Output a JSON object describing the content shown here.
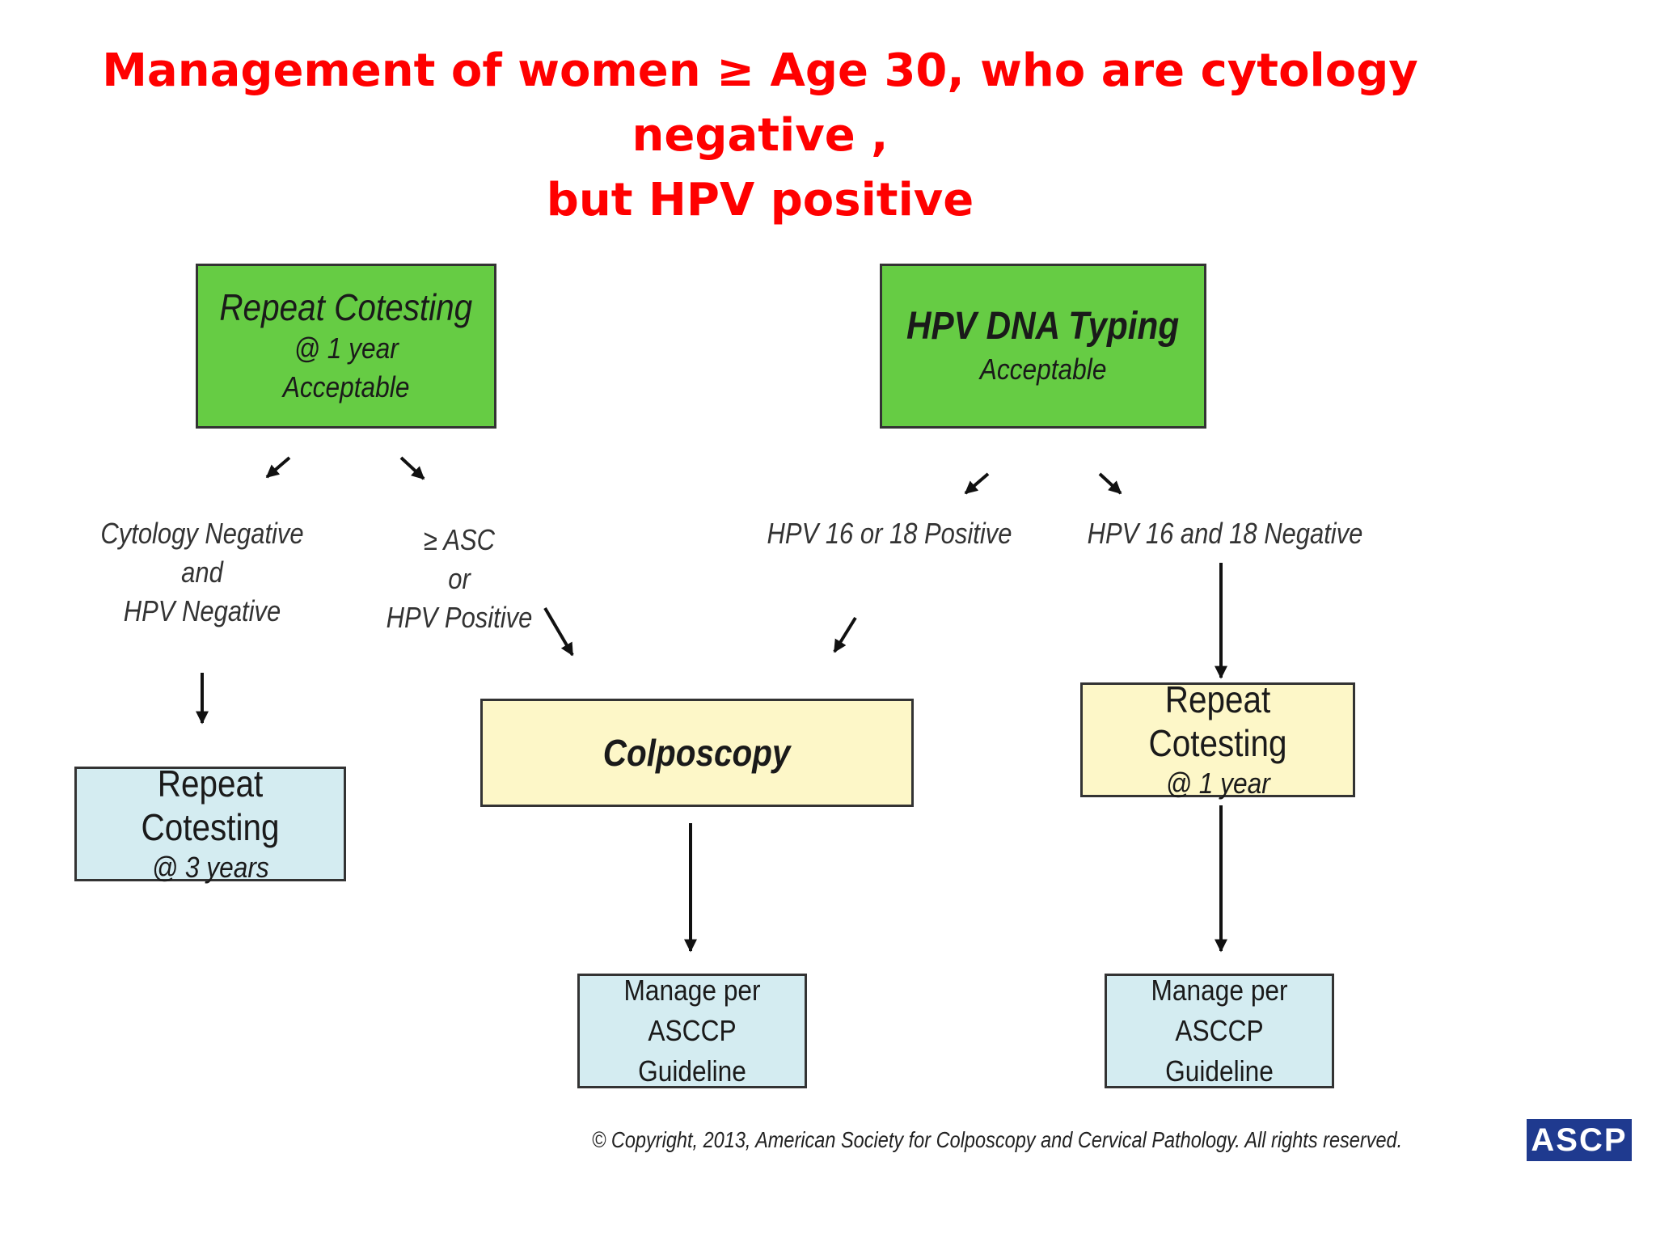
{
  "title": {
    "line1": "Management of women ≥ Age 30, who are cytology negative ,",
    "line2": "but HPV positive"
  },
  "nodes": {
    "repeat_cotesting_1yr_acceptable": {
      "title": "Repeat Cotesting",
      "line2": "@ 1 year",
      "line3": "Acceptable"
    },
    "hpv_dna_typing": {
      "title": "HPV DNA Typing",
      "line2": "Acceptable"
    },
    "repeat_cotesting_3yrs": {
      "title": "Repeat Cotesting",
      "line2": "@ 3 years"
    },
    "colposcopy": {
      "title": "Colposcopy"
    },
    "repeat_cotesting_1yr": {
      "title": "Repeat Cotesting",
      "line2": "@ 1 year"
    },
    "manage_left": {
      "line1": "Manage per",
      "line2": "ASCCP Guideline"
    },
    "manage_right": {
      "line1": "Manage per",
      "line2": "ASCCP Guideline"
    }
  },
  "labels": {
    "cyto_neg": {
      "line1": "Cytology Negative",
      "line2": "and",
      "line3": "HPV Negative"
    },
    "asc": {
      "line1": "≥ ASC",
      "line2": "or",
      "line3": "HPV Positive"
    },
    "hpv_pos": "HPV 16 or 18 Positive",
    "hpv_neg": "HPV 16 and 18 Negative"
  },
  "footer": {
    "copyright": "© Copyright, 2013, American Society for Colposcopy and Cervical Pathology. All rights reserved.",
    "logo_text": "ASCP"
  },
  "colors": {
    "title": "#ff0000",
    "green_box": "#66cc44",
    "yellow_box": "#fdf7c8",
    "blue_box": "#d4ecf1",
    "logo": "#1f3a8f"
  }
}
